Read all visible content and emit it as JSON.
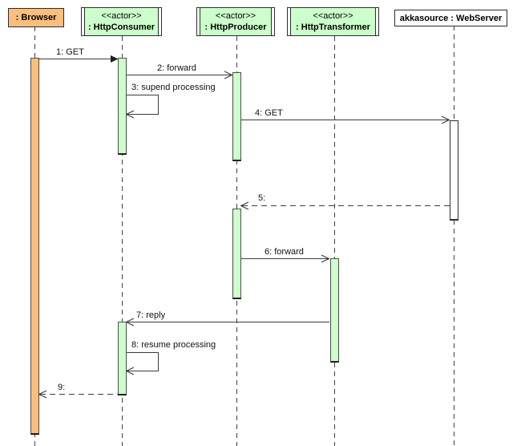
{
  "diagram_type": "uml-sequence-diagram",
  "lifelines": [
    {
      "name": ": Browser",
      "stereotype": "",
      "kind": "object",
      "fill": "#fcbe7d"
    },
    {
      "name": ": HttpConsumer",
      "stereotype": "<<actor>>",
      "kind": "actor",
      "fill": "#ccffcc"
    },
    {
      "name": ": HttpProducer",
      "stereotype": "<<actor>>",
      "kind": "actor",
      "fill": "#ccffcc"
    },
    {
      "name": ": HttpTransformer",
      "stereotype": "<<actor>>",
      "kind": "actor",
      "fill": "#ccffcc"
    },
    {
      "name": "akkasource : WebServer",
      "stereotype": "",
      "kind": "object",
      "fill": "#ffffff"
    }
  ],
  "messages": [
    {
      "label": "1: GET",
      "from": ": Browser",
      "to": ": HttpConsumer",
      "line": "solid",
      "arrow": "filled"
    },
    {
      "label": "2: forward",
      "from": ": HttpConsumer",
      "to": ": HttpProducer",
      "line": "solid",
      "arrow": "open"
    },
    {
      "label": "3: supend processing",
      "from": ": HttpConsumer",
      "to": ": HttpConsumer",
      "line": "self",
      "arrow": "open"
    },
    {
      "label": "4: GET",
      "from": ": HttpProducer",
      "to": "akkasource : WebServer",
      "line": "solid",
      "arrow": "open"
    },
    {
      "label": "5:",
      "from": "akkasource : WebServer",
      "to": ": HttpProducer",
      "line": "dashed",
      "arrow": "open"
    },
    {
      "label": "6: forward",
      "from": ": HttpProducer",
      "to": ": HttpTransformer",
      "line": "solid",
      "arrow": "open"
    },
    {
      "label": "7: reply",
      "from": ": HttpTransformer",
      "to": ": HttpConsumer",
      "line": "solid",
      "arrow": "open"
    },
    {
      "label": "8: resume processing",
      "from": ": HttpConsumer",
      "to": ": HttpConsumer",
      "line": "self",
      "arrow": "open"
    },
    {
      "label": "9:",
      "from": ": HttpConsumer",
      "to": ": Browser",
      "line": "dashed",
      "arrow": "open"
    }
  ],
  "colors": {
    "actor_fill": "#ccffcc",
    "browser_fill": "#fcbe7d",
    "webserver_fill": "#ffffff",
    "line": "#3b3b3b",
    "border": "#2d2d2d"
  }
}
